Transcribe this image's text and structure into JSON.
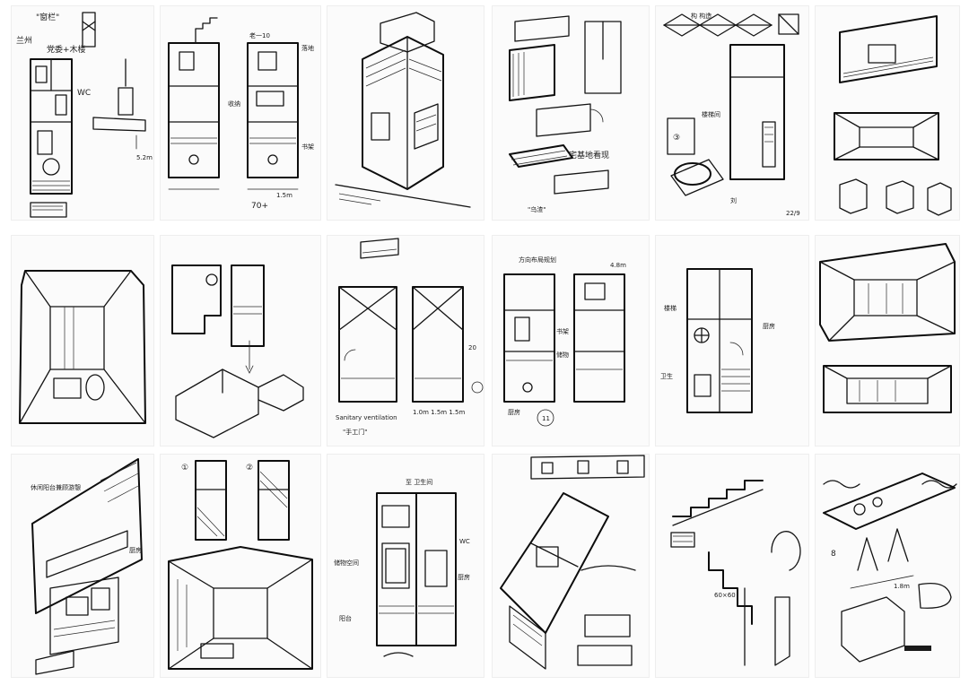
{
  "sheet": {
    "background": "#ffffff",
    "ink_color": "#141414"
  },
  "annotations": {
    "p1_top": "\"窗栏\"",
    "p1_left": "兰州",
    "p1_mid": "党委+木楼",
    "p1_wc": "WC",
    "p1_dim": "5.2m",
    "p2_top": "老一10",
    "p2_side1": "落地",
    "p2_side2": "收纳",
    "p2_side3": "书架",
    "p2_dim1": "70+",
    "p2_dim2": "1.5m",
    "p4_caption": "宅基地看现",
    "p4_bottom": "\"乌渣\"",
    "p5_top": "构 构造",
    "p5_mark": "③",
    "p5_side": "楼梯间",
    "p5_date": "22/9",
    "p5_foot": "刘",
    "p9_dim": "20",
    "p9_bottom1": "Sanitary ventilation",
    "p9_bottom2": "\"手工门\"",
    "p9_dim2": "1.0m 1.5m 1.5m",
    "p10_top": "方向布局规划",
    "p10_dim": "4.8m",
    "p10_side1": "书架",
    "p10_side2": "储物",
    "p10_side3": "厨房",
    "p10_circle": "11",
    "p11_side1": "楼梯",
    "p11_side2": "厨房",
    "p11_side3": "卫生",
    "p13_top": "休闲阳台兼顾游憩",
    "p13_side": "厨房",
    "p14_m1": "①",
    "p14_m2": "②",
    "p15_top": "至 卫生间",
    "p15_wc": "WC",
    "p15_side1": "储物空间",
    "p15_side2": "厨房",
    "p15_side3": "阳台",
    "p17_dim": "60×60",
    "p18_dim1": "8",
    "p18_dim2": "1.8m"
  }
}
